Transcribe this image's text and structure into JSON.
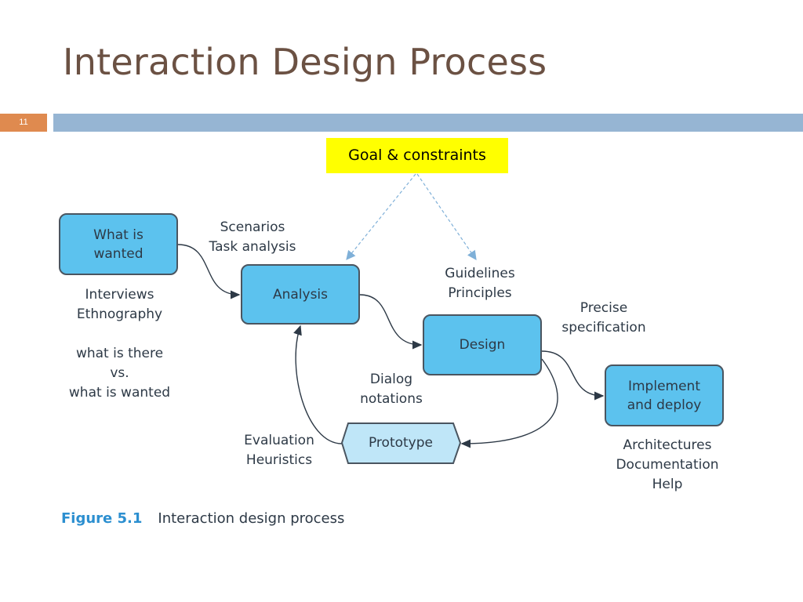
{
  "slide": {
    "title": "Interaction Design Process",
    "number": "11"
  },
  "colors": {
    "title_text": "#6b5143",
    "number_box": "#df8a4f",
    "title_bar": "#96b5d3",
    "goal_box": "#ffff00",
    "node_fill": "#5cc2ee",
    "prototype_fill": "#bfe6f8",
    "caption_label": "#2c8fd0",
    "dashed_arrow": "#7fb0d8"
  },
  "goal": {
    "label": "Goal & constraints"
  },
  "nodes": {
    "what_is_wanted": "What is\nwanted",
    "analysis": "Analysis",
    "design": "Design",
    "implement": "Implement\nand deploy",
    "prototype": "Prototype"
  },
  "notes": {
    "scenarios": "Scenarios\nTask analysis",
    "interviews": "Interviews\nEthnography\n\nwhat is there\nvs.\nwhat is wanted",
    "guidelines": "Guidelines\nPrinciples",
    "precise": "Precise\nspecification",
    "dialog": "Dialog\nnotations",
    "evaluation": "Evaluation\nHeuristics",
    "architectures": "Architectures\nDocumentation\nHelp"
  },
  "caption": {
    "label": "Figure 5.1",
    "text": "Interaction design process"
  }
}
